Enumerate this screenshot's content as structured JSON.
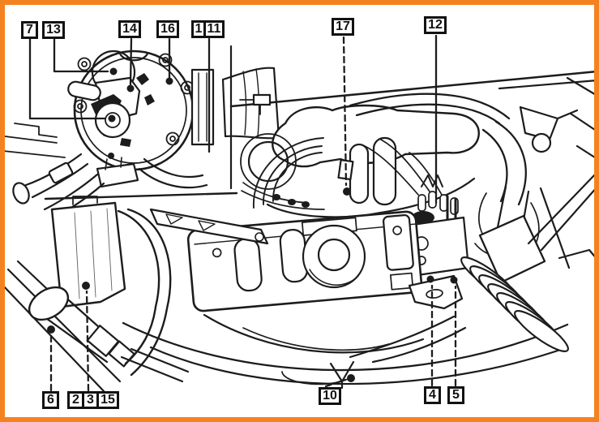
{
  "figure": {
    "kind": "engine-bay component location line drawing with numbered callouts",
    "frame_color": "#F58220",
    "ink_color": "#1C1C1C",
    "background_color": "#FFFFFF"
  },
  "callouts": {
    "c7": {
      "label": "7",
      "leader": "solid",
      "dot": true
    },
    "c13": {
      "label": "13",
      "leader": "solid",
      "dot": true
    },
    "c14": {
      "label": "14",
      "leader": "solid",
      "dot": true
    },
    "c16": {
      "label": "16",
      "leader": "solid",
      "dot": true
    },
    "c1": {
      "label": "1",
      "leader": "solid",
      "dot": false
    },
    "c11": {
      "label": "11",
      "leader": "solid",
      "dot": false
    },
    "c17": {
      "label": "17",
      "leader": "dashed",
      "dot": true
    },
    "c12": {
      "label": "12",
      "leader": "solid",
      "dot": false
    },
    "c6": {
      "label": "6",
      "leader": "dashed",
      "dot": true
    },
    "c2": {
      "label": "2",
      "leader": "dashed",
      "dot": true
    },
    "c3": {
      "label": "3",
      "leader": "dashed",
      "dot": true
    },
    "c15": {
      "label": "15",
      "leader": "dashed",
      "dot": true
    },
    "c10": {
      "label": "10",
      "leader": "dashed",
      "dot": true
    },
    "c4": {
      "label": "4",
      "leader": "dashed",
      "dot": true
    },
    "c5": {
      "label": "5",
      "leader": "dashed",
      "dot": true
    }
  }
}
